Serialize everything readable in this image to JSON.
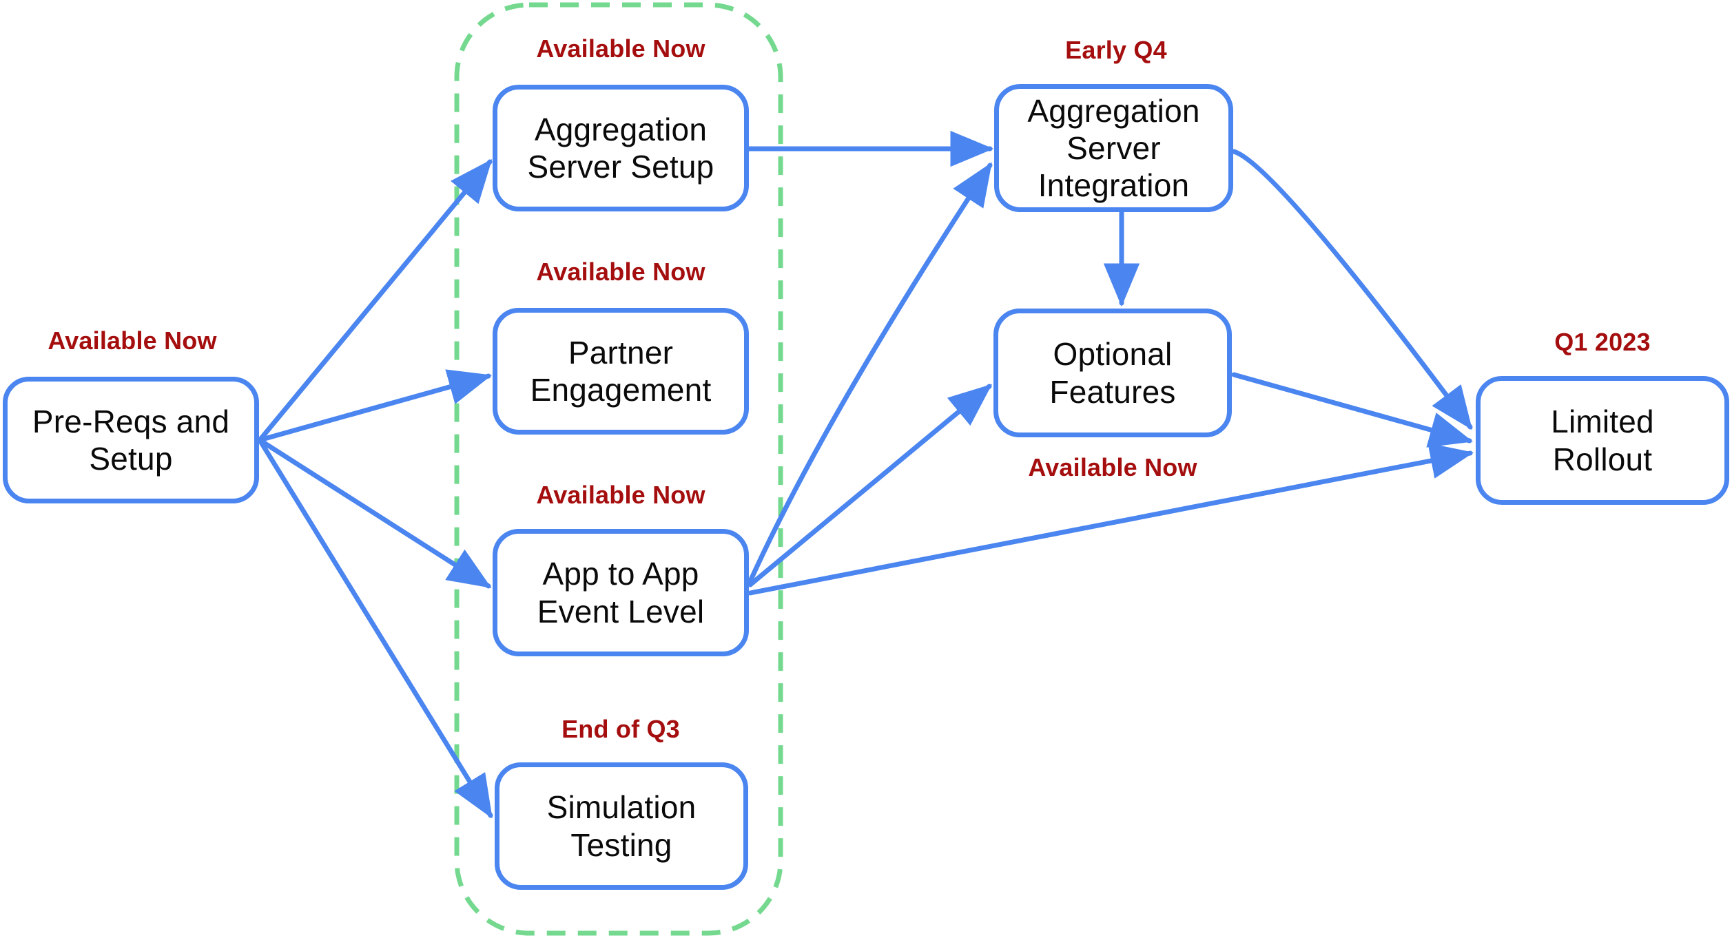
{
  "colors": {
    "edge_blue": "#4a85f0",
    "status_red": "#a50e0e",
    "group_green": "#74d98f",
    "node_text": "#0a0a0a",
    "background": "#ffffff"
  },
  "nodes": [
    {
      "id": "pre-reqs-setup",
      "label": "Pre-Reqs and\nSetup",
      "status": "Available Now"
    },
    {
      "id": "aggregation-server-setup",
      "label": "Aggregation\nServer Setup",
      "status": "Available Now"
    },
    {
      "id": "partner-engagement",
      "label": "Partner\nEngagement",
      "status": "Available Now"
    },
    {
      "id": "app-to-app-event-level",
      "label": "App to App\nEvent Level",
      "status": "Available Now"
    },
    {
      "id": "simulation-testing",
      "label": "Simulation\nTesting",
      "status": "End of Q3"
    },
    {
      "id": "aggregation-server-integration",
      "label": "Aggregation\nServer\nIntegration",
      "status": "Early Q4"
    },
    {
      "id": "optional-features",
      "label": "Optional\nFeatures",
      "status": "Available Now"
    },
    {
      "id": "limited-rollout",
      "label": "Limited\nRollout",
      "status": "Q1 2023"
    }
  ],
  "edges": [
    {
      "from": "pre-reqs-setup",
      "to": "aggregation-server-setup"
    },
    {
      "from": "pre-reqs-setup",
      "to": "partner-engagement"
    },
    {
      "from": "pre-reqs-setup",
      "to": "app-to-app-event-level"
    },
    {
      "from": "pre-reqs-setup",
      "to": "simulation-testing"
    },
    {
      "from": "aggregation-server-setup",
      "to": "aggregation-server-integration"
    },
    {
      "from": "app-to-app-event-level",
      "to": "aggregation-server-integration"
    },
    {
      "from": "app-to-app-event-level",
      "to": "optional-features"
    },
    {
      "from": "app-to-app-event-level",
      "to": "limited-rollout"
    },
    {
      "from": "aggregation-server-integration",
      "to": "optional-features"
    },
    {
      "from": "aggregation-server-integration",
      "to": "limited-rollout"
    },
    {
      "from": "optional-features",
      "to": "limited-rollout"
    }
  ]
}
